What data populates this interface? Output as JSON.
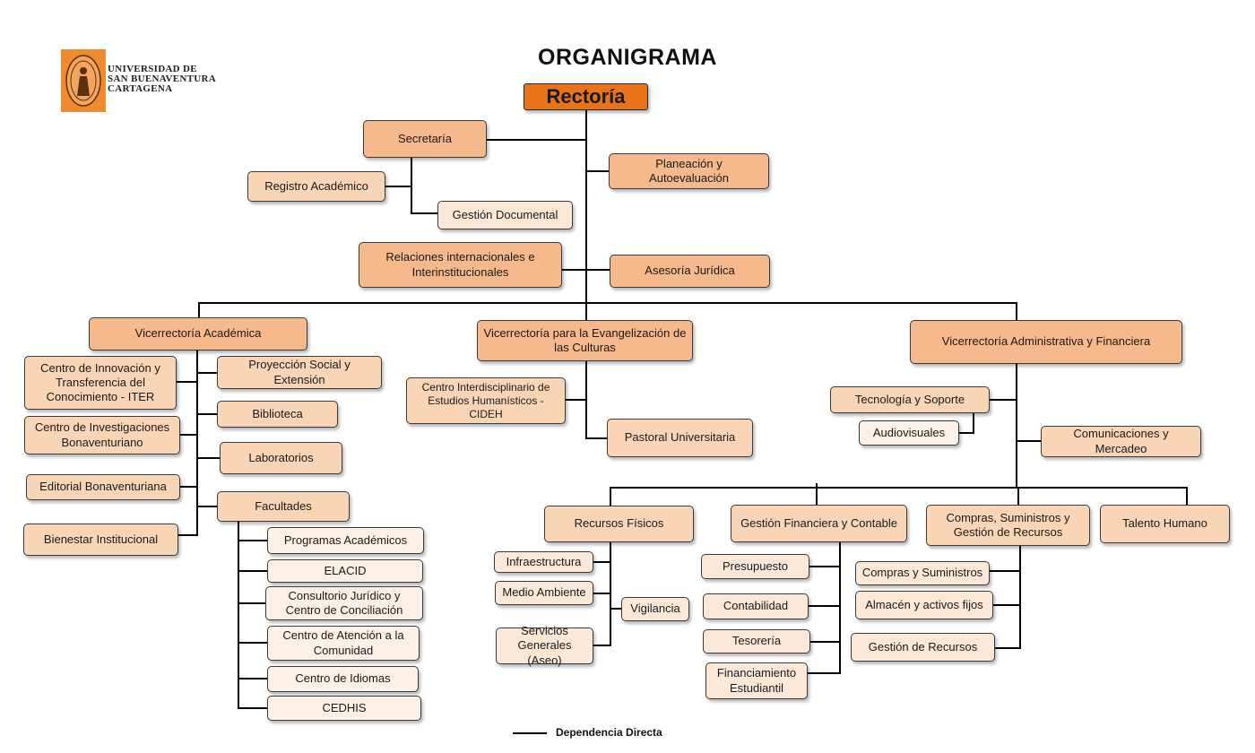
{
  "title": "ORGANIGRAMA",
  "logo": {
    "line1": "UNIVERSIDAD DE",
    "line2": "SAN BUENAVENTURA",
    "line3": "CARTAGENA"
  },
  "legend": {
    "label": "Dependencia Directa"
  },
  "colors": {
    "rectoria": "#e8731a",
    "level1": "#f5b98b",
    "level2": "#fad5b5",
    "level3": "#fde8d8",
    "line": "#000000"
  },
  "nodes": {
    "rectoria": "Rectoría",
    "secretaria": "Secretaría",
    "planeacion": "Planeación y Autoevaluación",
    "registro": "Registro Académico",
    "gestion_documental": "Gestión Documental",
    "relaciones": "Relaciones internacionales e Interinstitucionales",
    "asesoria": "Asesoría Jurídica",
    "vicerrectoria_academica": "Vicerrectoría Académica",
    "vicerrectoria_evangelizacion": "Vicerrectoría para la Evangelización de las Culturas",
    "vicerrectoria_administrativa": "Vicerrectoría Administrativa y Financiera",
    "iter": "Centro de Innovación y Transferencia del Conocimiento - ITER",
    "centro_investigaciones": "Centro de Investigaciones Bonaventuriano",
    "editorial": "Editorial Bonaventuriana",
    "bienestar": "Bienestar Institucional",
    "proyeccion": "Proyección Social y Extensión",
    "biblioteca": "Biblioteca",
    "laboratorios": "Laboratorios",
    "facultades": "Facultades",
    "programas": "Programas Académicos",
    "elacid": "ELACID",
    "consultorio": "Consultorio Jurídico y Centro de Conciliación",
    "centro_atencion": "Centro de Atención a la Comunidad",
    "idiomas": "Centro de Idiomas",
    "cedhis": "CEDHIS",
    "cideh": "Centro Interdisciplinario de Estudios Humanísticos - CIDEH",
    "pastoral": "Pastoral Universitaria",
    "tecnologia": "Tecnología y Soporte",
    "audiovisuales": "Audiovisuales",
    "comunicaciones": "Comunicaciones y Mercadeo",
    "recursos_fisicos": "Recursos Físicos",
    "gestion_financiera": "Gestión Financiera y Contable",
    "compras_recursos": "Compras, Suministros y Gestión de Recursos",
    "talento": "Talento Humano",
    "infraestructura": "Infraestructura",
    "medio_ambiente": "Medio Ambiente",
    "servicios_generales": "Servicios Generales (Aseo)",
    "vigilancia": "Vigilancia",
    "presupuesto": "Presupuesto",
    "contabilidad": "Contabilidad",
    "tesoreria": "Tesorería",
    "financiamiento": "Financiamiento Estudiantil",
    "compras_suministros": "Compras y Suministros",
    "almacen": "Almacén y activos fijos",
    "gestion_recursos": "Gestión de Recursos"
  }
}
